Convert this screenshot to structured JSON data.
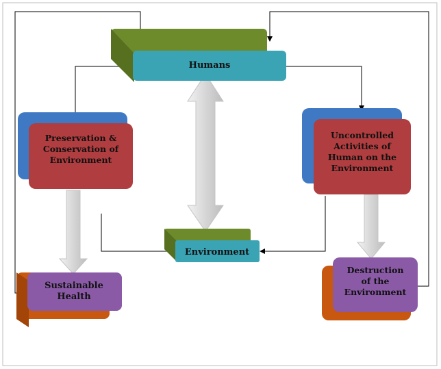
{
  "nodes": {
    "humans": {
      "label": [
        "Humans"
      ]
    },
    "preservation": {
      "label": [
        "Preservation &",
        "Conservation of",
        "Environment"
      ]
    },
    "uncontrolled": {
      "label": [
        "Uncontrolled",
        "Activities of",
        "Human on the",
        "Environment"
      ]
    },
    "environment": {
      "label": [
        "Environment"
      ]
    },
    "sustainable": {
      "label": [
        "Sustainable",
        "Health"
      ]
    },
    "destruction": {
      "label": [
        "Destruction",
        "of the",
        "Environment"
      ]
    }
  },
  "colors": {
    "humans_face": "#3aa3b4",
    "humans_back": "#6e8b2c",
    "preservation_face": "#b03d3f",
    "preservation_back": "#3f79c4",
    "uncontrolled_face": "#b03d3f",
    "uncontrolled_back": "#3f79c4",
    "environment_face": "#3aa3b4",
    "environment_back": "#6e8b2c",
    "sustainable_face": "#8a5aa6",
    "sustainable_back": "#c8570f",
    "destruction_face": "#8a5aa6",
    "destruction_back": "#c8570f",
    "text": "#111111",
    "arrow_big": "#dcdcdc",
    "line": "#000000"
  }
}
